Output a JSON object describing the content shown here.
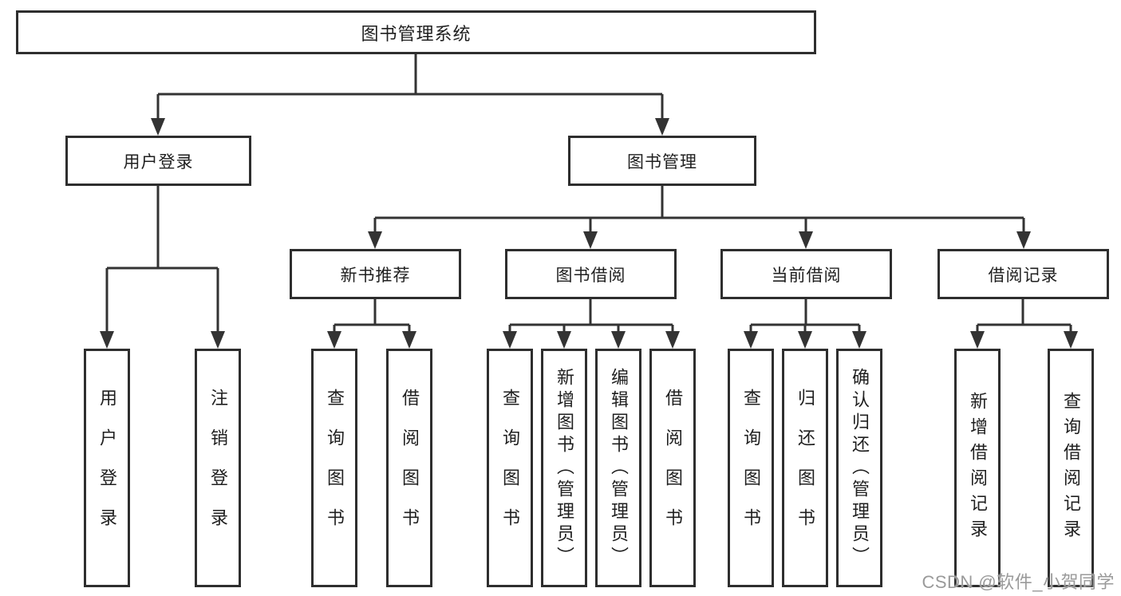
{
  "diagram": {
    "watermark": "CSDN @软件_小贺同学",
    "colors": {
      "line": "#333333",
      "text": "#1f1f1f",
      "background": "#ffffff",
      "watermark": "#9a9a9a"
    },
    "tree": {
      "label": "图书管理系统",
      "children": [
        {
          "label": "用户登录",
          "children": [
            {
              "label": "用户登录"
            },
            {
              "label": "注销登录"
            }
          ]
        },
        {
          "label": "图书管理",
          "children": [
            {
              "label": "新书推荐",
              "children": [
                {
                  "label": "查询图书"
                },
                {
                  "label": "借阅图书"
                }
              ]
            },
            {
              "label": "图书借阅",
              "children": [
                {
                  "label": "查询图书"
                },
                {
                  "label": "新增图书（管理员）"
                },
                {
                  "label": "编辑图书（管理员）"
                },
                {
                  "label": "借阅图书"
                }
              ]
            },
            {
              "label": "当前借阅",
              "children": [
                {
                  "label": "查询图书"
                },
                {
                  "label": "归还图书"
                },
                {
                  "label": "确认归还（管理员）"
                }
              ]
            },
            {
              "label": "借阅记录",
              "children": [
                {
                  "label": "新增借阅记录"
                },
                {
                  "label": "查询借阅记录"
                }
              ]
            }
          ]
        }
      ]
    }
  }
}
